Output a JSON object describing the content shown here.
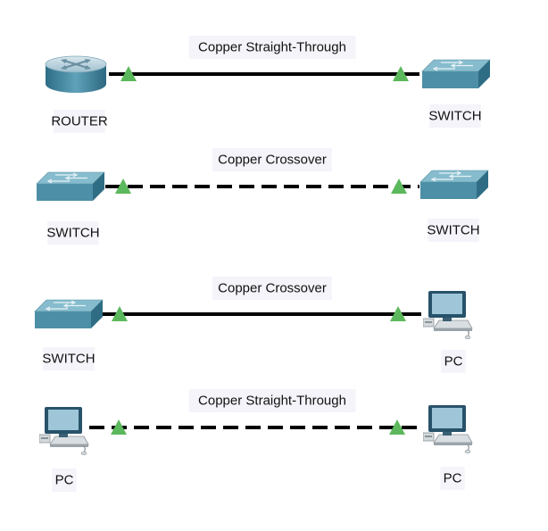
{
  "rows": [
    {
      "cable_label": "Copper Straight-Through",
      "line_style": "solid",
      "left": {
        "device": "router",
        "label": "ROUTER"
      },
      "right": {
        "device": "switch",
        "label": "SWITCH"
      }
    },
    {
      "cable_label": "Copper Crossover",
      "line_style": "dashed",
      "left": {
        "device": "switch",
        "label": "SWITCH"
      },
      "right": {
        "device": "switch",
        "label": "SWITCH"
      }
    },
    {
      "cable_label": "Copper Crossover",
      "line_style": "solid",
      "left": {
        "device": "switch",
        "label": "SWITCH"
      },
      "right": {
        "device": "pc",
        "label": "PC"
      }
    },
    {
      "cable_label": "Copper Straight-Through",
      "line_style": "dashed",
      "left": {
        "device": "pc",
        "label": "PC"
      },
      "right": {
        "device": "pc",
        "label": "PC"
      }
    }
  ],
  "colors": {
    "link_indicator": "#5cb85c",
    "cable": "#000000",
    "label_bg": "#f4f4fa",
    "device_body": "#4d8fa6"
  },
  "icons": {
    "router": "router-icon",
    "switch": "switch-icon",
    "pc": "pc-icon"
  }
}
